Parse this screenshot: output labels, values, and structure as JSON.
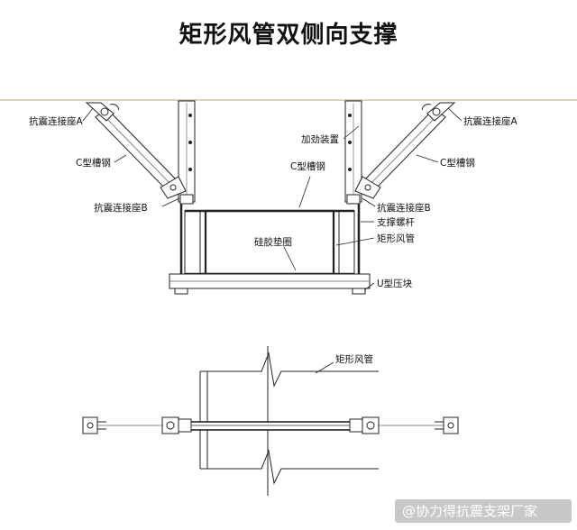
{
  "title": "矩形风管双侧向支撑",
  "labels": {
    "seat_a_left": "抗震连接座A",
    "seat_a_right": "抗震连接座A",
    "reinforcement": "加劲装置",
    "c_channel_left": "C型槽钢",
    "c_channel_mid": "C型槽钢",
    "c_channel_right": "C型槽钢",
    "seat_b_left": "抗震连接座B",
    "seat_b_right": "抗震连接座B",
    "support_rod": "支撑螺杆",
    "duct_front": "矩形风管",
    "gasket": "硅胶垫圈",
    "u_block": "U型压块",
    "duct_plan": "矩形风管"
  },
  "watermark": "@协力得抗震支架厂家"
}
